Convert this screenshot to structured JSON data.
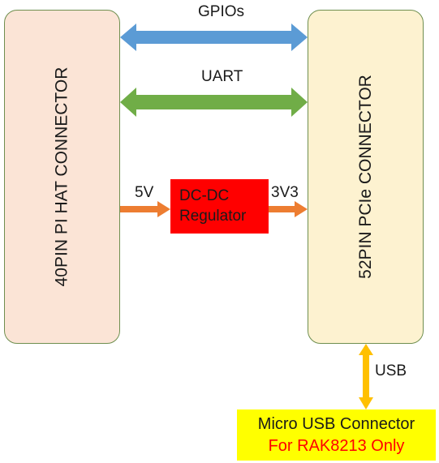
{
  "connectors": {
    "hat": "40PIN PI HAT CONNECTOR",
    "pcie": "52PIN PCIe CONNECTOR"
  },
  "links": {
    "gpio": "GPIOs",
    "uart": "UART",
    "in_voltage": "5V",
    "out_voltage": "3V3",
    "usb": "USB"
  },
  "regulator": {
    "line1": "DC-DC",
    "line2": "Regulator"
  },
  "usb_connector": {
    "title": "Micro USB Connector",
    "note": "For RAK8213 Only"
  },
  "colors": {
    "gpio_arrow": "#5b9bd5",
    "uart_arrow": "#70ad47",
    "power_arrow": "#ed7d31",
    "usb_arrow": "#ffc000",
    "regulator_fill": "#ff0000",
    "usb_box_fill": "#ffff00",
    "note_text": "#ff0000"
  }
}
